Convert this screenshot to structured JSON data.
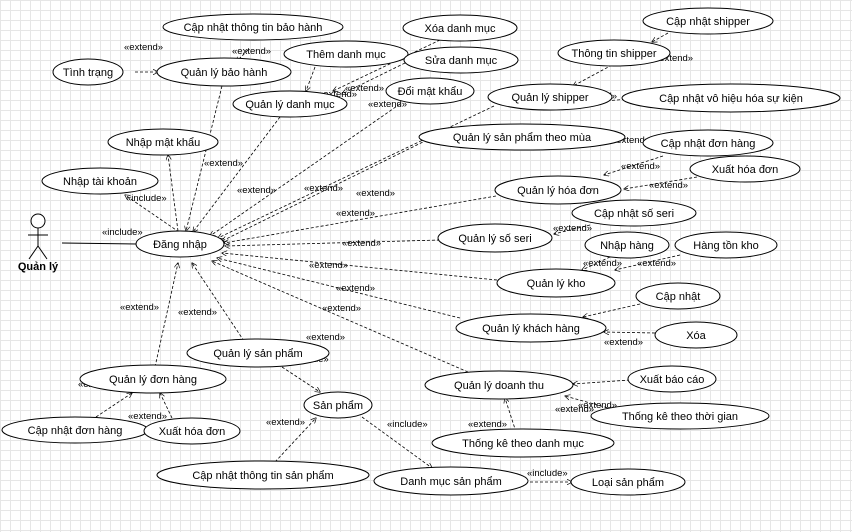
{
  "actor": {
    "label": "Quản lý"
  },
  "use_cases": {
    "dang_nhap": "Đăng nhập",
    "nhap_tai_khoan": "Nhập tài khoản",
    "nhap_mat_khau": "Nhập mật khẩu",
    "tinh_trang": "Tình trạng",
    "ql_bao_hanh": "Quản lý bảo hành",
    "cap_nhat_bao_hanh": "Cập nhật thông tin bảo hành",
    "them_danh_muc": "Thêm danh mục",
    "xoa_danh_muc": "Xóa danh mục",
    "sua_danh_muc": "Sửa danh mục",
    "ql_danh_muc": "Quản lý danh mục",
    "doi_mat_khau": "Đổi mật khẩu",
    "cap_nhat_shipper": "Cập nhật shipper",
    "thong_tin_shipper": "Thông tin shipper",
    "ql_shipper": "Quản lý shipper",
    "cap_nhat_vo_hieu": "Cập nhật vô hiệu hóa sự kiện",
    "ql_sp_theo_mua": "Quản lý sản phẩm theo mùa",
    "cap_nhat_don_hang_r": "Cập nhật đơn hàng",
    "xuat_hoa_don_r": "Xuất hóa đơn",
    "ql_hoa_don": "Quản lý hóa đơn",
    "cap_nhat_so_seri": "Cập nhật số seri",
    "ql_so_seri": "Quản lý số seri",
    "nhap_hang": "Nhập hàng",
    "hang_ton_kho": "Hàng tồn kho",
    "ql_kho": "Quản lý kho",
    "cap_nhat": "Cập nhật",
    "ql_khach_hang": "Quản lý khách hàng",
    "xoa": "Xóa",
    "ql_san_pham": "Quản lý sản phẩm",
    "ql_don_hang": "Quản lý đơn hàng",
    "cap_nhat_don_hang_l": "Cập nhật đơn hàng",
    "xuat_hoa_don_l": "Xuất hóa đơn",
    "san_pham": "Sản phẩm",
    "cap_nhat_tt_san_pham": "Cập nhật thông tin sản phẩm",
    "danh_muc_san_pham": "Danh mục sản phẩm",
    "loai_san_pham": "Loại sản phẩm",
    "ql_doanh_thu": "Quản lý doanh thu",
    "xuat_bao_cao": "Xuất báo cáo",
    "thong_ke_thoi_gian": "Thống kê theo thời gian",
    "thong_ke_danh_muc": "Thống kê theo danh mục"
  },
  "relation_labels": {
    "extend": "«extend»",
    "include": "«include»"
  }
}
